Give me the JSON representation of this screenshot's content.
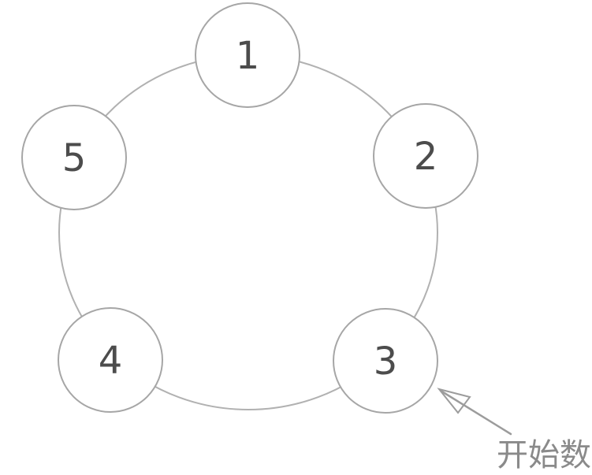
{
  "diagram": {
    "description": "five numbered circles arranged on a ring",
    "nodes": [
      {
        "label": "1"
      },
      {
        "label": "2"
      },
      {
        "label": "3"
      },
      {
        "label": "4"
      },
      {
        "label": "5"
      }
    ],
    "annotation": {
      "label": "开始数",
      "target_node": "3"
    },
    "colors": {
      "background": "#ffffff",
      "ring_stroke": "#b1b1b1",
      "node_fill": "#ffffff",
      "node_stroke": "#a6a6a6",
      "number_text": "#4c4c4c",
      "arrow": "#9c9c9c",
      "annotation_text": "#8a8a8a"
    }
  }
}
